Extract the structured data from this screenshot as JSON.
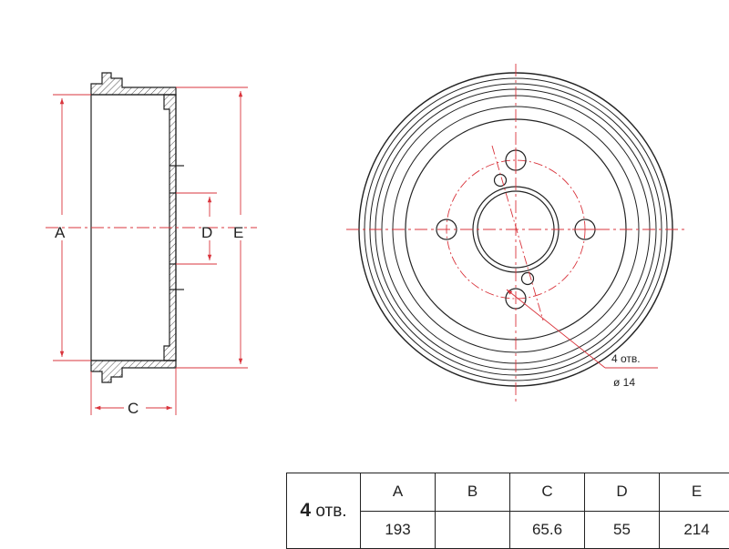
{
  "side_view": {
    "labels": {
      "a": "A",
      "c": "C",
      "d": "D",
      "e": "E"
    }
  },
  "front_view": {
    "hole_callout": {
      "count": "4 отв.",
      "diameter": "ø 14"
    }
  },
  "spec_table": {
    "holes_number": "4",
    "holes_unit": "отв.",
    "headers": [
      "A",
      "B",
      "C",
      "D",
      "E"
    ],
    "values": [
      "193",
      "",
      "65.6",
      "55",
      "214"
    ]
  },
  "colors": {
    "dimension_red": "#d9343c",
    "line_black": "#222222"
  }
}
